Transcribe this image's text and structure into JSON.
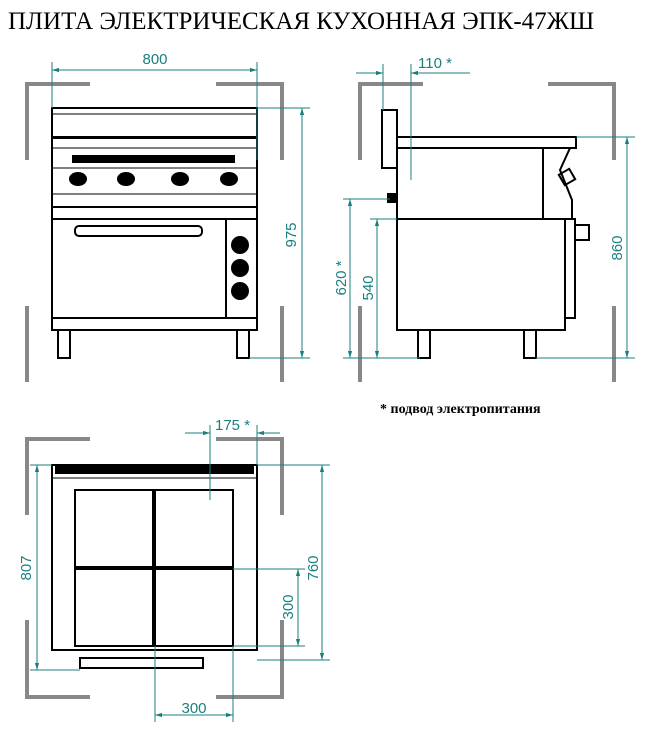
{
  "title": "ПЛИТА ЭЛЕКТРИЧЕСКАЯ КУХОННАЯ ЭПК-47ЖШ",
  "footnote": "* подвод электропитания",
  "colors": {
    "dimension": "#1a7f7f",
    "bracket": "#888888",
    "outline": "#000000"
  },
  "front_view": {
    "width_label": "800",
    "height_label": "975"
  },
  "side_view": {
    "power_offset_label": "110 *",
    "power_height_label": "620 *",
    "oven_height_label": "540",
    "work_height_label": "860"
  },
  "top_view": {
    "power_offset_label": "175 *",
    "depth_label": "807",
    "body_depth_label": "760",
    "plate_depth_label": "300",
    "plate_width_label": "300"
  }
}
